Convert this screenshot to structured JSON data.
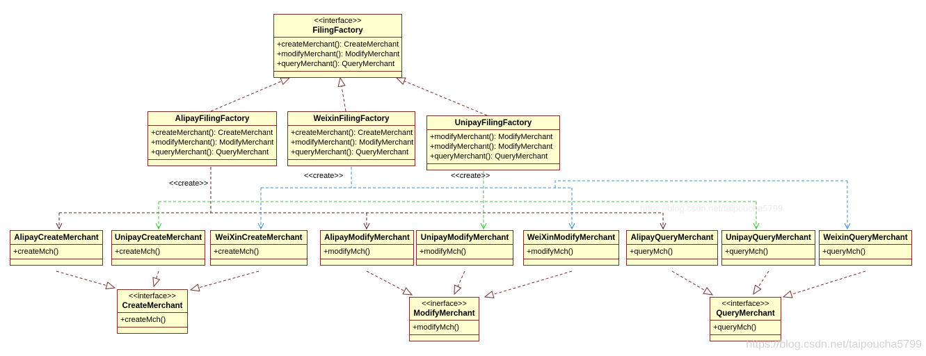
{
  "create_label": "<<create>>",
  "watermark_text": "https://blog.csdn.net/taipoucha5799",
  "colors": {
    "fill": "#FFFECE",
    "border": "#7B2C2C",
    "realization": "#7B2C2C",
    "alipay_line": "#5E1F1F",
    "unipay_line": "#2FCC2F",
    "weixin_line": "#3A8FD6",
    "watermark": "#C8C8C8"
  },
  "nodes": {
    "filingFactory": {
      "stereotype": "<<interface>>",
      "title": "FilingFactory",
      "methods": [
        "+createMerchant(): CreateMerchant",
        "+modifyMerchant(): ModifyMerchant",
        "+queryMerchant(): QueryMerchant"
      ]
    },
    "alipayFilingFactory": {
      "title": "AlipayFilingFactory",
      "methods": [
        "+createMerchant(): CreateMerchant",
        "+modifyMerchant(): ModifyMerchant",
        "+queryMerchant(): QueryMerchant"
      ]
    },
    "weixinFilingFactory": {
      "title": "WeixinFilingFactory",
      "methods": [
        "+createMerchant(): CreateMerchant",
        "+modifyMerchant(): ModifyMerchant",
        "+queryMerchant(): QueryMerchant"
      ]
    },
    "unipayFilingFactory": {
      "title": "UnipayFilingFactory",
      "methods": [
        "+modifyMerchant(): ModifyMerchant",
        "+modifyMerchant(): ModifyMerchant",
        "+queryMerchant(): QueryMerchant"
      ]
    },
    "alipayCreateMerchant": {
      "title": "AlipayCreateMerchant",
      "methods": [
        "+createMch()"
      ]
    },
    "unipayCreateMerchant": {
      "title": "UnipayCreateMerchant",
      "methods": [
        "+createMch()"
      ]
    },
    "weiXinCreateMerchant": {
      "title": "WeiXinCreateMerchant",
      "methods": [
        "+createMch()"
      ]
    },
    "alipayModifyMerchant": {
      "title": "AlipayModifyMerchant",
      "methods": [
        "+modifyMch()"
      ]
    },
    "unipayModifyMerchant": {
      "title": "UnipayModifyMerchant",
      "methods": [
        "+modifyMch()"
      ]
    },
    "weiXinModifyMerchant": {
      "title": "WeiXinModifyMerchant",
      "methods": [
        "+modifyMch()"
      ]
    },
    "alipayQueryMerchant": {
      "title": "AlipayQueryMerchant",
      "methods": [
        "+queryMch()"
      ]
    },
    "unipayQueryMerchant": {
      "title": "UnipayQueryMerchant",
      "methods": [
        "+queryMch()"
      ]
    },
    "weixinQueryMerchant": {
      "title": "WeixinQueryMerchant",
      "methods": [
        "+queryMch()"
      ]
    },
    "createMerchant": {
      "stereotype": "<<interface>>",
      "title": "CreateMerchant",
      "methods": [
        "+createMch()"
      ]
    },
    "modifyMerchant": {
      "stereotype": "<<inerface>>",
      "title": "ModifyMerchant",
      "methods": [
        "+modifyMch()"
      ]
    },
    "queryMerchant": {
      "stereotype": "<<interface>>",
      "title": "QueryMerchant",
      "methods": [
        "+queryMch()"
      ]
    }
  }
}
